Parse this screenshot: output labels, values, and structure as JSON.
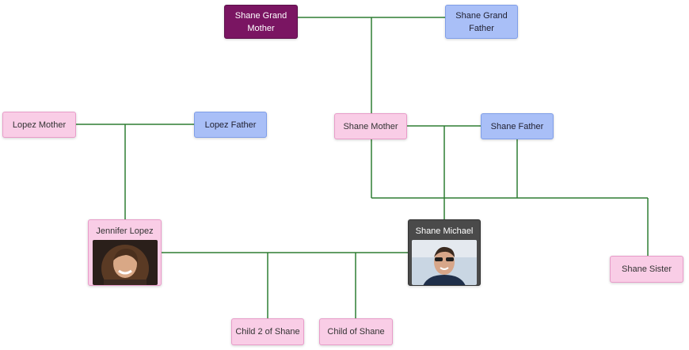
{
  "people": {
    "shane_grand_mother": {
      "name": "Shane Grand Mother"
    },
    "shane_grand_father": {
      "name": "Shane Grand Father"
    },
    "lopez_mother": {
      "name": "Lopez Mother"
    },
    "lopez_father": {
      "name": "Lopez Father"
    },
    "shane_mother": {
      "name": "Shane Mother"
    },
    "shane_father": {
      "name": "Shane Father"
    },
    "jennifer_lopez": {
      "name": "Jennifer Lopez"
    },
    "shane_michael": {
      "name": "Shane Michael"
    },
    "shane_sister": {
      "name": "Shane Sister"
    },
    "child_2": {
      "name": "Child 2 of Shane"
    },
    "child_1": {
      "name": "Child of Shane"
    }
  },
  "colors": {
    "female": "#f9cde6",
    "male": "#a9bff7",
    "grandmother": "#7a1562",
    "focus": "#4a4a4a",
    "link": "#2e7d32"
  }
}
